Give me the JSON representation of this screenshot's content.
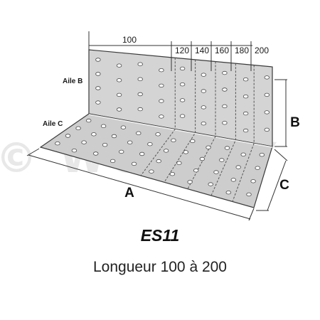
{
  "product": {
    "title": "ES11",
    "subtitle": "Longueur 100 à 200"
  },
  "labels": {
    "flange_b": "Aile B",
    "flange_c": "Aile C",
    "dim_a": "A",
    "dim_b": "B",
    "dim_c": "C"
  },
  "lengths": [
    "100",
    "120",
    "140",
    "160",
    "180",
    "200"
  ],
  "watermark": "© WOODIY",
  "colors": {
    "plate": "#d4d4d4",
    "plate_edge": "#3a3a3a",
    "hole": "#ffffff",
    "dimension_line": "#333333",
    "watermark": "#e8e8e8"
  }
}
